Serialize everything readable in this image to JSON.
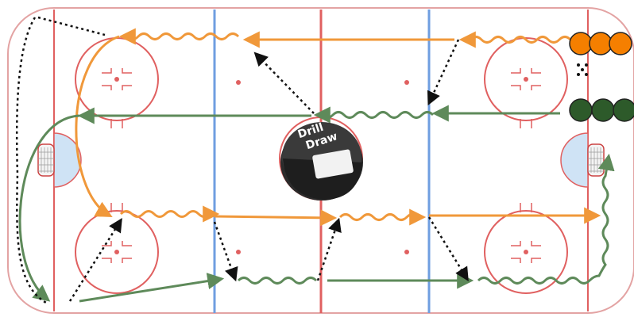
{
  "diagram": {
    "colors": {
      "orange": "#f0983a",
      "green": "#5e8a5a",
      "red_line": "#e06060",
      "blue_line": "#6f9ee0",
      "crease": "#cfe3f5",
      "dotted": "#111111",
      "board": "#e3a3a3"
    },
    "players": {
      "orange_count": 3,
      "green_count": 3
    },
    "logo": {
      "line1": "Drill",
      "line2": "Draw"
    },
    "icons": [
      "hockey-rink",
      "hockey-puck-logo",
      "goal-net"
    ]
  }
}
